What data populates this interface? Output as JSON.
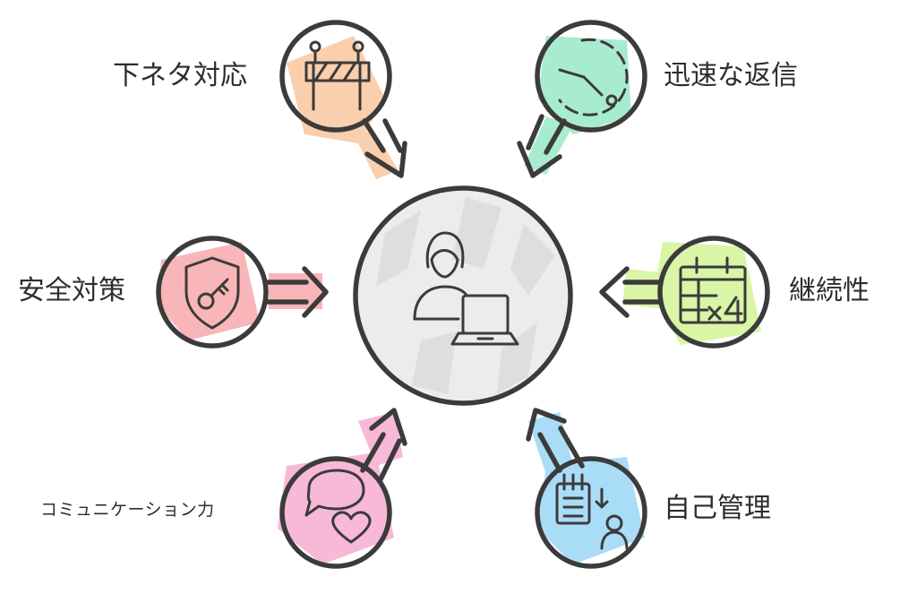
{
  "center": {
    "icon": "person-at-laptop-icon"
  },
  "nodes": [
    {
      "id": "profanity",
      "label": "下ネタ対応",
      "icon": "barrier-icon",
      "color": "#f9cfae"
    },
    {
      "id": "quick-reply",
      "label": "迅速な返信",
      "icon": "stopwatch-icon",
      "color": "#a8ecd0"
    },
    {
      "id": "continuity",
      "label": "継続性",
      "icon": "calendar-x4-icon",
      "color": "#d9f5a6"
    },
    {
      "id": "self-management",
      "label": "自己管理",
      "icon": "checklist-person-icon",
      "color": "#a9dcf7"
    },
    {
      "id": "communication",
      "label": "コミュニケーション力",
      "icon": "chat-heart-icon",
      "color": "#f8b8d8"
    },
    {
      "id": "safety",
      "label": "安全対策",
      "icon": "shield-key-icon",
      "color": "#f9b6b8"
    }
  ],
  "colors": {
    "stroke": "#3b3b3b",
    "center_fill": "#e6e6e6"
  }
}
